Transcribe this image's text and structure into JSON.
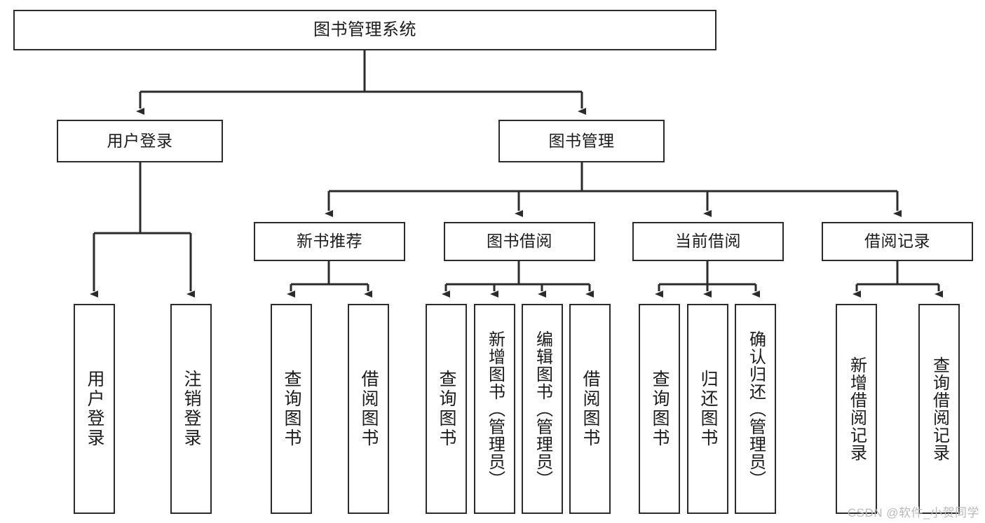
{
  "diagram": {
    "title_node": {
      "label": "图书管理系统"
    },
    "level2": [
      {
        "label": "用户登录"
      },
      {
        "label": "图书管理"
      }
    ],
    "level3": [
      {
        "label": "新书推荐"
      },
      {
        "label": "图书借阅"
      },
      {
        "label": "当前借阅"
      },
      {
        "label": "借阅记录"
      }
    ],
    "leaves": {
      "user_login": [
        {
          "label": "用户登录"
        },
        {
          "label": "注销登录"
        }
      ],
      "new_book_recommend": [
        {
          "label": "查询图书"
        },
        {
          "label": "借阅图书"
        }
      ],
      "book_borrow": [
        {
          "label": "查询图书"
        },
        {
          "label": "新增图书（管理员）"
        },
        {
          "label": "编辑图书（管理员）"
        },
        {
          "label": "借阅图书"
        }
      ],
      "current_borrow": [
        {
          "label": "查询图书"
        },
        {
          "label": "归还图书"
        },
        {
          "label": "确认归还（管理员）"
        }
      ],
      "borrow_record": [
        {
          "label": "新增借阅记录"
        },
        {
          "label": "查询借阅记录"
        }
      ]
    }
  },
  "watermark": {
    "text": "CSDN @软件_小贺同学"
  },
  "colors": {
    "stroke": "#2b2b2b",
    "fill": "#ffffff",
    "text": "#1b1b1b",
    "watermark": "#b9b9b9"
  }
}
